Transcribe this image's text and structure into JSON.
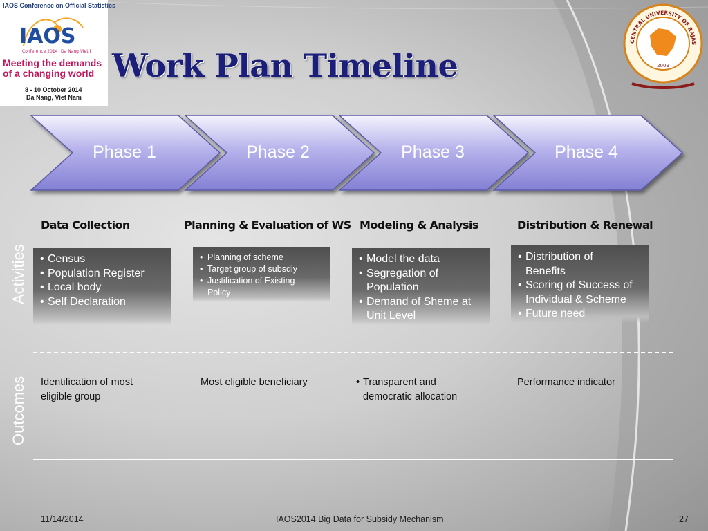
{
  "header": {
    "conference_banner": "IAOS Conference on Official Statistics",
    "logo_text": "IAOS",
    "logo_sub_left": "Conference 2014",
    "logo_sub_right": "Da Nang Viet Nam",
    "tagline_line1": "Meeting the demands",
    "tagline_line2": "of a changing world",
    "dates": "8 - 10 October 2014",
    "place": "Da Nang, Viet Nam",
    "title": "Work Plan Timeline",
    "university_seal_text": "CENTRAL UNIVERSITY OF RAJASTHAN",
    "seal_year": "2009"
  },
  "phases": [
    {
      "label": "Phase 1"
    },
    {
      "label": "Phase 2"
    },
    {
      "label": "Phase 3"
    },
    {
      "label": "Phase 4"
    }
  ],
  "columns": [
    {
      "heading": "Data Collection",
      "activities": [
        "Census",
        "Population Register",
        "Local body",
        "Self Declaration"
      ],
      "outcome": "Identification of most eligible group"
    },
    {
      "heading": "Planning & Evaluation of WS",
      "activities": [
        "Planning of scheme",
        "Target  group of subsdiy",
        "Justification of Existing Policy"
      ],
      "outcome": "Most eligible  beneficiary"
    },
    {
      "heading": "Modeling & Analysis",
      "activities": [
        "Model  the data",
        "Segregation of Population",
        "Demand of Sheme  at Unit Level"
      ],
      "outcome": "Transparent and democratic  allocation"
    },
    {
      "heading": "Distribution & Renewal",
      "activities": [
        "Distribution of Benefits",
        "Scoring of Success of Individual  & Scheme",
        "Future need"
      ],
      "outcome": "Performance indicator"
    }
  ],
  "side_labels": {
    "activities": "Activities",
    "outcomes": "Outcomes"
  },
  "footer": {
    "date": "11/14/2014",
    "center": "IAOS2014 Big Data for Subsidy Mechanism",
    "page": "27"
  },
  "colors": {
    "title": "#1b1f7a",
    "phase_fill_top": "#ecebfb",
    "phase_fill_bottom": "#8a86d8",
    "tagline": "#c2185b"
  }
}
